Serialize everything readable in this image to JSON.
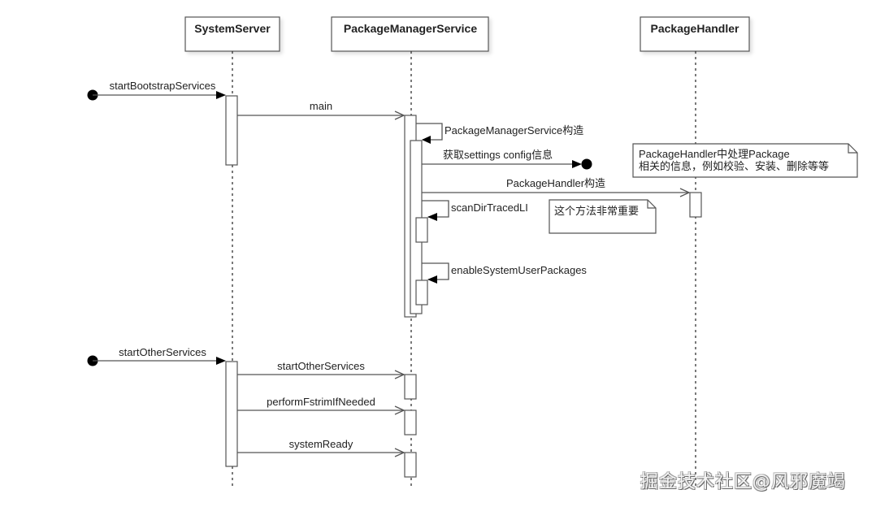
{
  "diagram": {
    "type": "sequence-diagram",
    "lifelines": [
      {
        "id": "ss",
        "label": "SystemServer"
      },
      {
        "id": "pms",
        "label": "PackageManagerService"
      },
      {
        "id": "ph",
        "label": "PackageHandler"
      }
    ],
    "messages": [
      {
        "id": "m1",
        "label": "startBootstrapServices",
        "from": "found",
        "to": "ss",
        "kind": "sync"
      },
      {
        "id": "m2",
        "label": "main",
        "from": "ss",
        "to": "pms",
        "kind": "async"
      },
      {
        "id": "m3",
        "label": "PackageManagerService构造",
        "from": "pms",
        "to": "pms",
        "kind": "self"
      },
      {
        "id": "m4",
        "label": "获取settings config信息",
        "from": "pms",
        "to": "lost",
        "kind": "lost"
      },
      {
        "id": "m5",
        "label": "PackageHandler构造",
        "from": "pms",
        "to": "ph",
        "kind": "async"
      },
      {
        "id": "m6",
        "label": "scanDirTracedLI",
        "from": "pms",
        "to": "pms",
        "kind": "self"
      },
      {
        "id": "m7",
        "label": "enableSystemUserPackages",
        "from": "pms",
        "to": "pms",
        "kind": "self"
      },
      {
        "id": "m8",
        "label": "startOtherServices",
        "from": "found",
        "to": "ss",
        "kind": "sync"
      },
      {
        "id": "m9",
        "label": "startOtherServices",
        "from": "ss",
        "to": "pms",
        "kind": "async"
      },
      {
        "id": "m10",
        "label": "performFstrimIfNeeded",
        "from": "ss",
        "to": "pms",
        "kind": "async"
      },
      {
        "id": "m11",
        "label": "systemReady",
        "from": "ss",
        "to": "pms",
        "kind": "async"
      }
    ],
    "notes": [
      {
        "id": "n1",
        "lines": [
          "PackageHandler中处理Package",
          "相关的信息，例如校验、安装、删除等等"
        ]
      },
      {
        "id": "n2",
        "lines": [
          "这个方法非常重要"
        ]
      }
    ]
  },
  "watermark": "掘金技术社区@风邪魔竭"
}
